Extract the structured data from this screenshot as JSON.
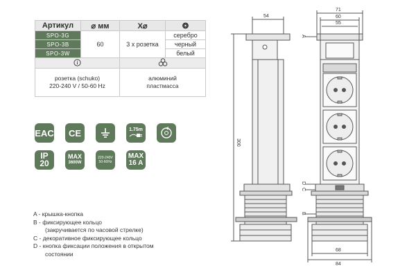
{
  "table": {
    "headers": [
      "Артикул",
      "⌀ мм",
      "X⌀",
      "❂"
    ],
    "codes": [
      "SPO-3G",
      "SPO-3B",
      "SPO-3W"
    ],
    "diameter": "60",
    "sockets": "3 х розетка",
    "colors": [
      "серебро",
      "черный",
      "белый"
    ],
    "info_icon": "info-icon",
    "material_icon": "material-icon",
    "socket_desc": [
      "розетка (schuko)",
      "220-240 V / 50-60 Hz"
    ],
    "material_desc": [
      "алюминий",
      "пластмасса"
    ]
  },
  "badges": {
    "eac": "EAC",
    "ce": "CE",
    "power_label": "1.75m",
    "ip": [
      "IP",
      "20"
    ],
    "max_w": [
      "MAX",
      "3600W"
    ],
    "voltage": [
      "220-240V",
      "50-60Hz"
    ],
    "max_a": [
      "MAX",
      "16 A"
    ]
  },
  "legend": [
    "A - крышка-кнопка",
    "B - фиксирующее кольцо",
    "(закручивается по часовой стрелке)",
    "C - декоративное фиксирующее кольцо",
    "D - кнопка фиксации положения в открытом",
    "состоянии"
  ],
  "drawing": {
    "dim_top_left": "54",
    "dim_top_right": [
      "71",
      "60",
      "55"
    ],
    "dim_height": "300",
    "dim_bottom": [
      "68",
      "84"
    ],
    "labels": [
      "A",
      "D",
      "C",
      "B"
    ]
  },
  "colors": {
    "green": "#5f7a5a",
    "line": "#555555"
  }
}
